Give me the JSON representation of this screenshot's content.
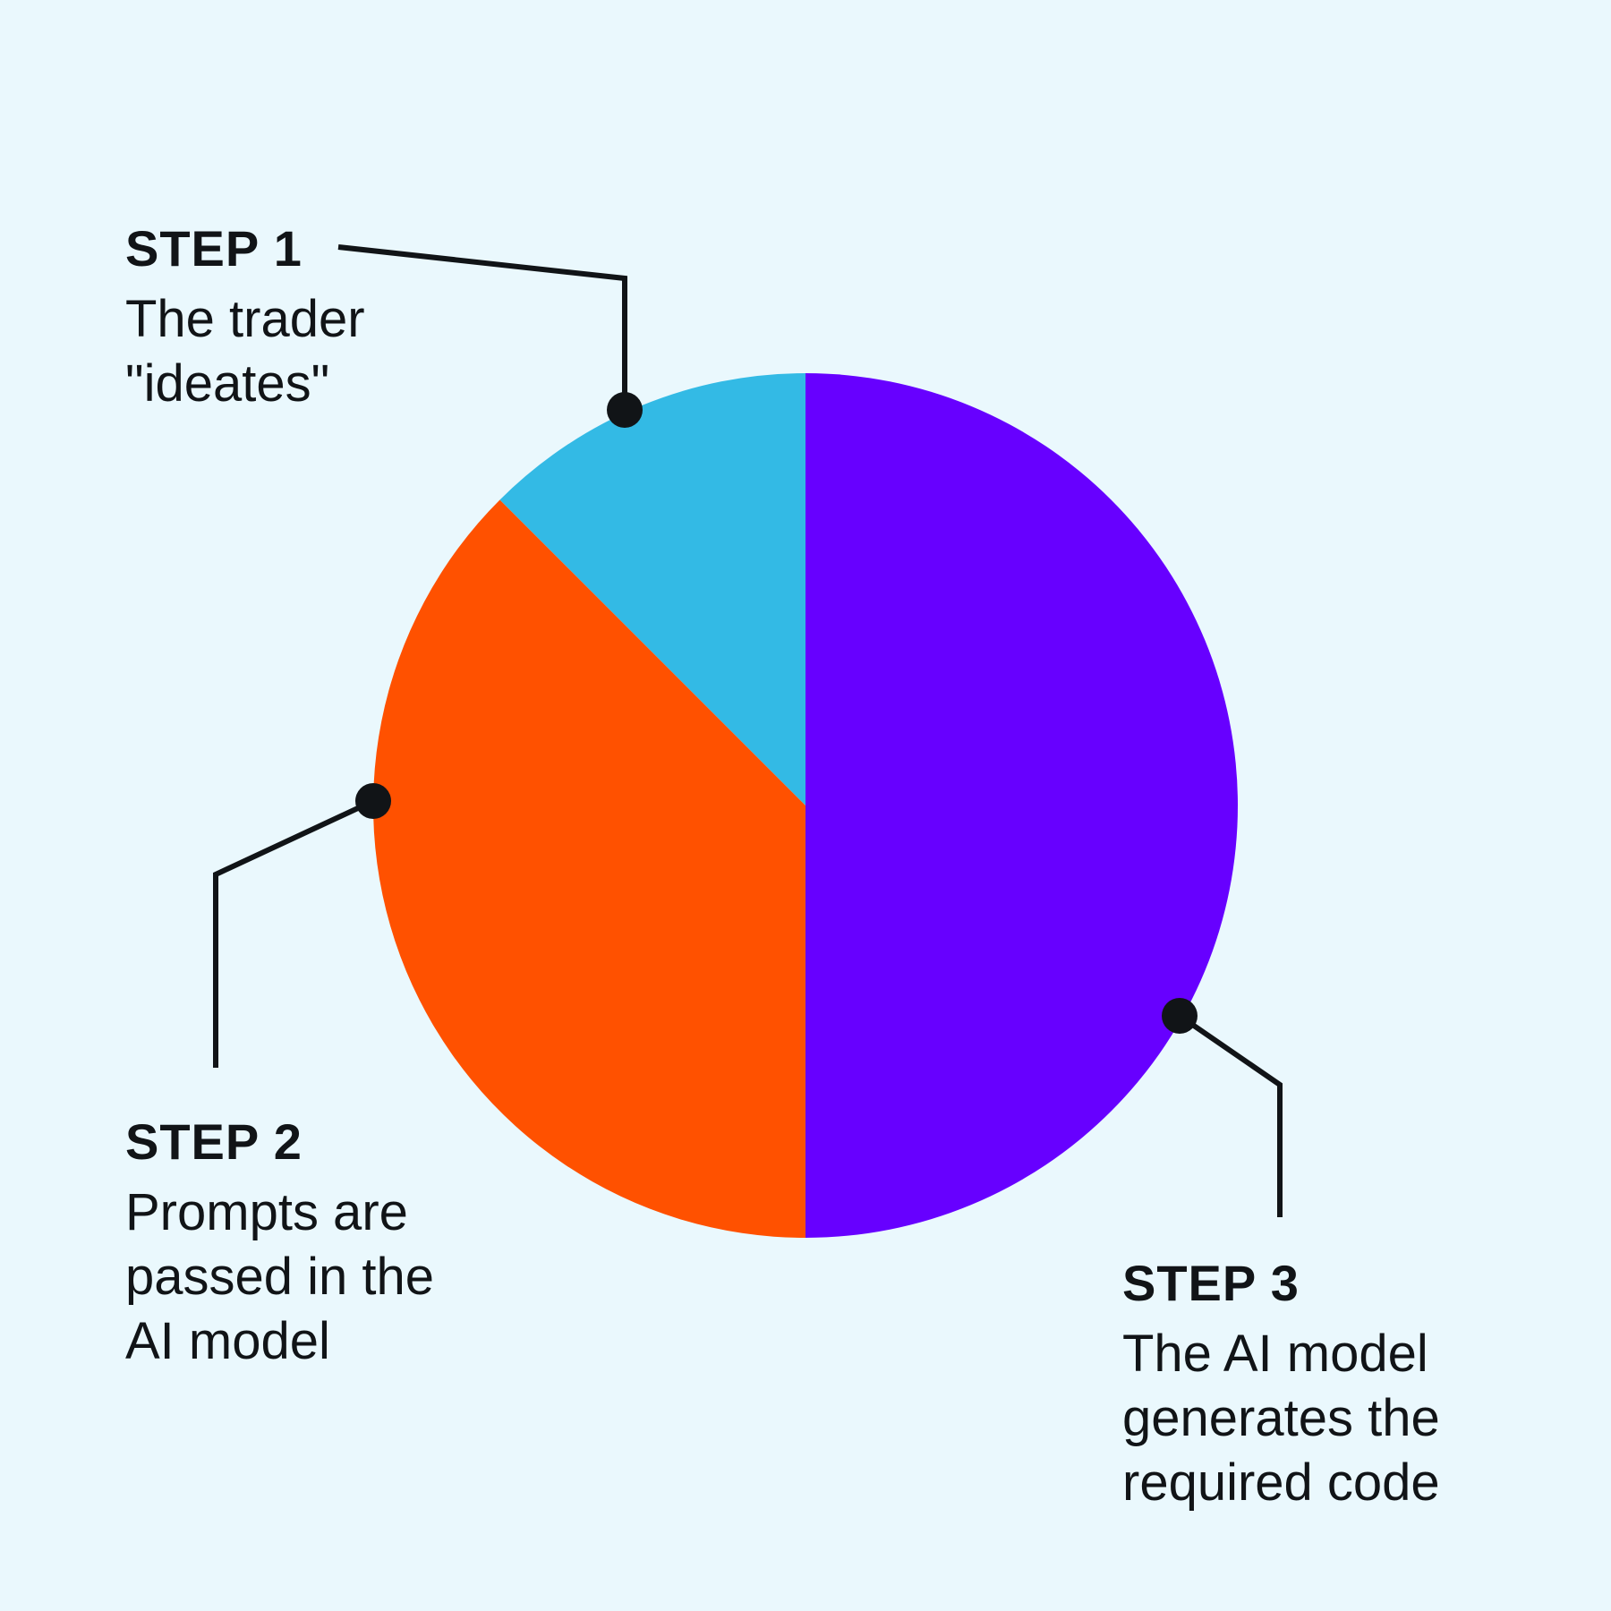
{
  "chart_data": {
    "type": "pie",
    "title": "",
    "slices": [
      {
        "label": "STEP 1",
        "value": 12.5,
        "color": "#33bae5"
      },
      {
        "label": "STEP 2",
        "value": 37.5,
        "color": "#ff5100"
      },
      {
        "label": "STEP 3",
        "value": 50.0,
        "color": "#6700ff"
      }
    ],
    "annotations": [
      {
        "title": "STEP 1",
        "lines": [
          "The trader",
          "\"ideates\""
        ]
      },
      {
        "title": "STEP 2",
        "lines": [
          "Prompts are",
          "passed in the",
          "AI model"
        ]
      },
      {
        "title": "STEP 3",
        "lines": [
          "The AI model",
          "generates the",
          "required code"
        ]
      }
    ],
    "colors": {
      "background": "#eaf8fd",
      "leader": "#111417"
    }
  }
}
